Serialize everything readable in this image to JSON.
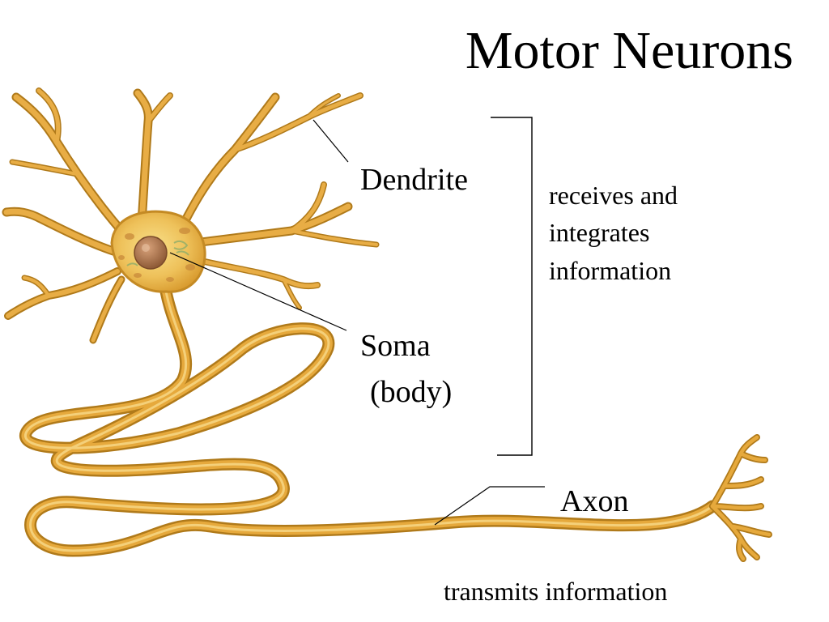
{
  "title": "Motor Neurons",
  "labels": {
    "dendrite": "Dendrite",
    "soma": "Soma",
    "soma_sub": "(body)",
    "axon": "Axon"
  },
  "descriptions": {
    "receives": "receives and integrates information",
    "transmits": "transmits information"
  },
  "colors": {
    "neuron_fill": "#e6a93c",
    "neuron_edge": "#b07a1a",
    "soma_fill": "#f1c862",
    "nucleus": "#b57a4c"
  }
}
